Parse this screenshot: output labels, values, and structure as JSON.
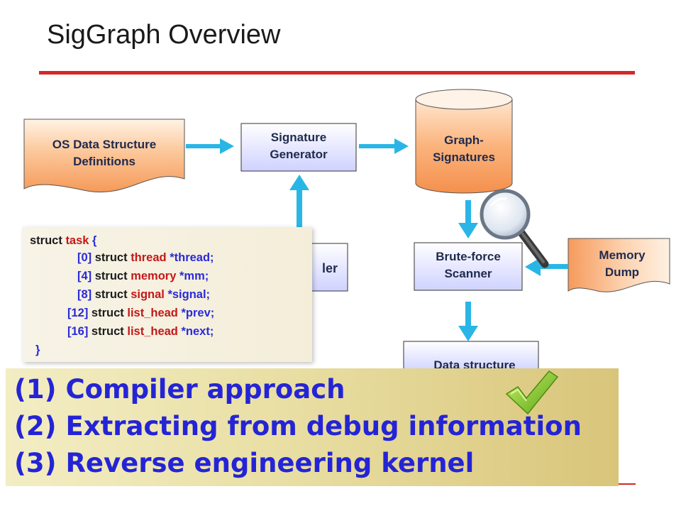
{
  "title": "SigGraph Overview",
  "nodes": {
    "os_defs": {
      "line1": "OS Data Structure",
      "line2": "Definitions"
    },
    "sig_gen": {
      "line1": "Signature",
      "line2": "Generator"
    },
    "graph_sigs": {
      "line1": "Graph-",
      "line2": "Signatures"
    },
    "compiler_partial": "ler",
    "brute": {
      "line1": "Brute-force",
      "line2": "Scanner"
    },
    "memdump": {
      "line1": "Memory",
      "line2": "Dump"
    },
    "ds_partial": "Data structure"
  },
  "code": {
    "l1": {
      "a": "struct ",
      "b": "task",
      "c": " {"
    },
    "l2": {
      "idx": "[0]",
      "s": " struct ",
      "t": "thread",
      "v": " *thread;"
    },
    "l3": {
      "idx": "[4]",
      "s": " struct ",
      "t": "memory",
      "v": " *mm;"
    },
    "l4": {
      "idx": "[8]",
      "s": " struct ",
      "t": "signal",
      "v": " *signal;"
    },
    "l5": {
      "idx": "[12]",
      "s": " struct ",
      "t": "list_head",
      "v": " *prev;"
    },
    "l6": {
      "idx": "[16]",
      "s": " struct ",
      "t": "list_head",
      "v": " *next;"
    },
    "l7": "}"
  },
  "banner": {
    "line1": "(1) Compiler approach",
    "line2": "(2) Extracting from debug information",
    "line3": "(3) Reverse engineering kernel"
  },
  "colors": {
    "accent_red": "#d42828",
    "arrow_blue": "#29b6e6",
    "banner_text": "#2424d6",
    "check_green": "#7cc21e"
  },
  "icons": [
    "magnifier-icon",
    "checkmark-icon"
  ]
}
